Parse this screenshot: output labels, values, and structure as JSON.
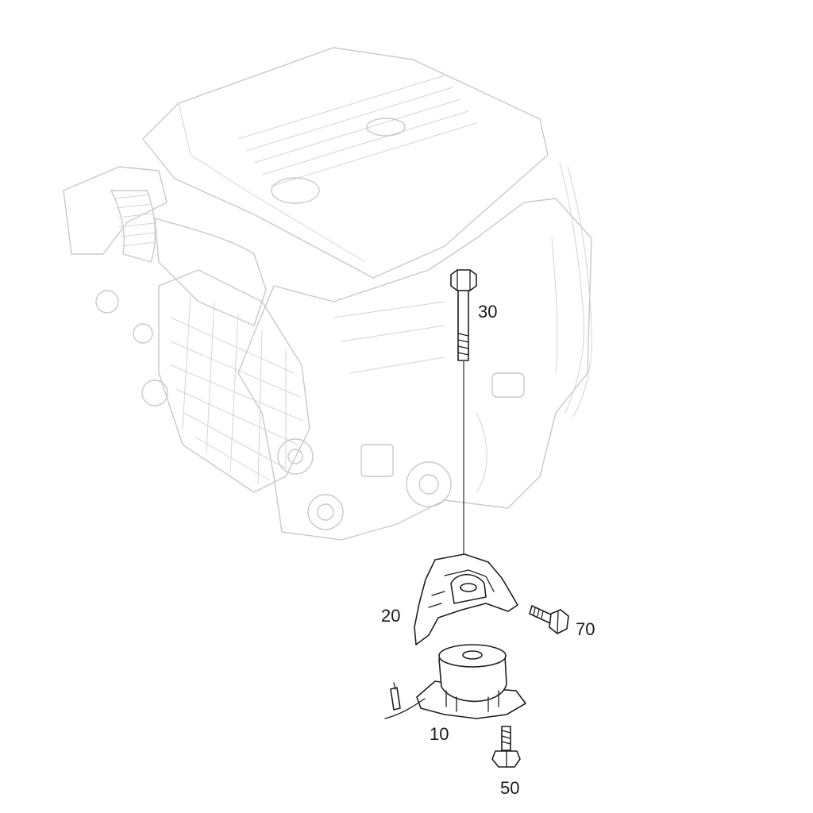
{
  "callouts": {
    "c10": "10",
    "c20": "20",
    "c30": "30",
    "c50": "50",
    "c70": "70"
  },
  "colors": {
    "engine_ghost": "#c9c9c9",
    "part_outline": "#1e1e1e",
    "background": "#ffffff"
  }
}
